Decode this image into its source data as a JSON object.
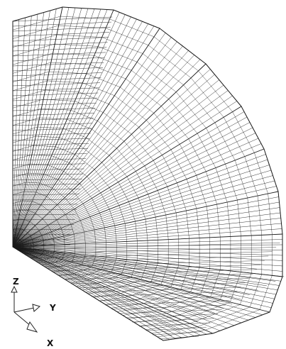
{
  "viewport": {
    "background": "#ffffff",
    "mesh_color": "#1a1a1a",
    "mesh_type": "wireframe-quarter-cylinder"
  },
  "triad": {
    "z_label": "Z",
    "y_label": "Y",
    "x_label": "X"
  }
}
